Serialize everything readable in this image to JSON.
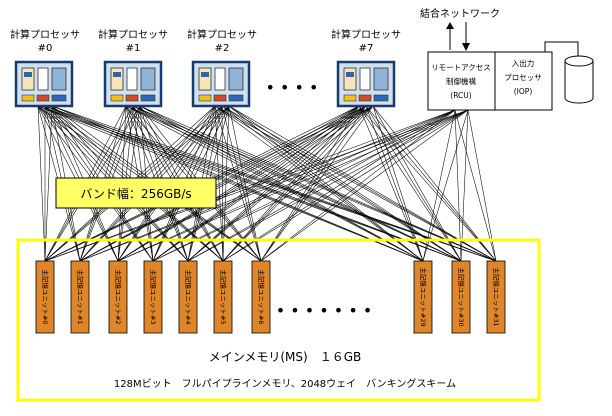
{
  "processors": [
    {
      "line1": "計算プロセッサ",
      "line2": "#0"
    },
    {
      "line1": "計算プロセッサ",
      "line2": "#1"
    },
    {
      "line1": "計算プロセッサ",
      "line2": "#2"
    },
    {
      "line1": "計算プロセッサ",
      "line2": "#7"
    }
  ],
  "processor_ellipsis": "• • • •",
  "network_label": "結合ネットワーク",
  "rcu": {
    "line1": "リモートアクセス",
    "line2": "制御機構",
    "line3": "(RCU)"
  },
  "iop": {
    "line1": "入出力",
    "line2": "プロセッサ",
    "line3": "(IOP)"
  },
  "bandwidth_label": "バンド幅：256GB/s",
  "memory_units": [
    "主記憶ユニット#0",
    "主記憶ユニット#1",
    "主記憶ユニット#2",
    "主記憶ユニット#3",
    "主記憶ユニット#4",
    "主記憶ユニット#5",
    "主記憶ユニット#6",
    "主記憶ユニット#29",
    "主記憶ユニット#30",
    "主記憶ユニット#31"
  ],
  "memory_ellipsis": "• • • • • • •",
  "main_memory_title": "メインメモリ(MS)　１６GB",
  "main_memory_desc": "128Mビット　フルパイプラインメモリ、2048ウェイ　バンキングスキーム",
  "colors": {
    "processor_border": "#1a3a6b",
    "processor_fill": "#cfe0ef",
    "memory_unit": "#e0862a",
    "highlight_yellow": "#ffff00",
    "label_fill": "#ffff66"
  }
}
